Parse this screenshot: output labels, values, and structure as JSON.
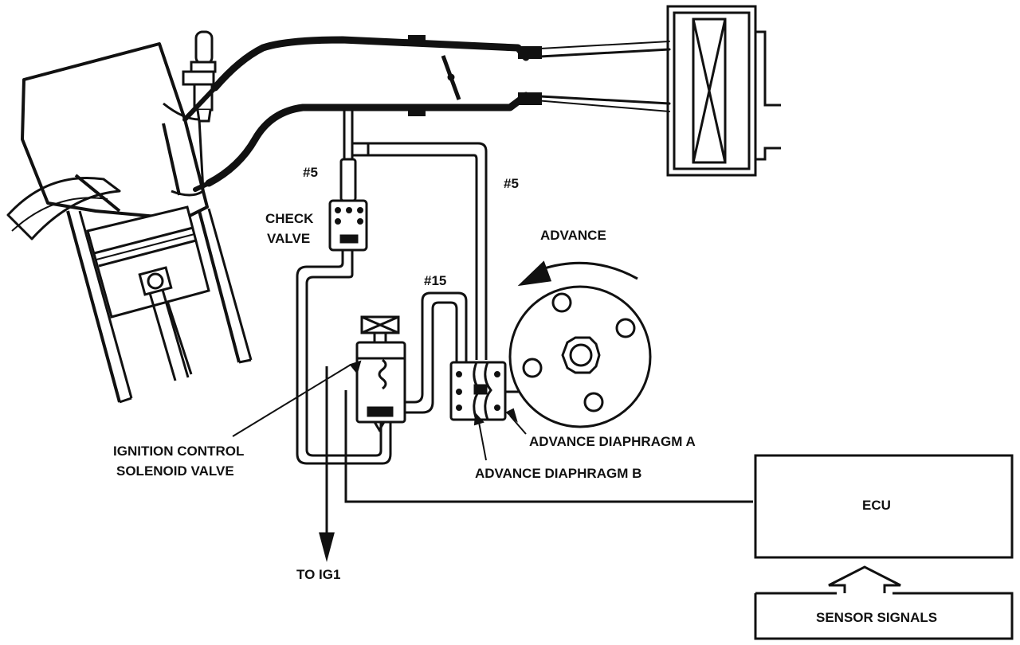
{
  "labels": {
    "hose_left": "#5",
    "hose_right": "#5",
    "hose_mid": "#15",
    "check_valve_line1": "CHECK",
    "check_valve_line2": "VALVE",
    "advance": "ADVANCE",
    "solenoid_line1": "IGNITION CONTROL",
    "solenoid_line2": "SOLENOID VALVE",
    "diaphragm_a": "ADVANCE DIAPHRAGM A",
    "diaphragm_b": "ADVANCE DIAPHRAGM B",
    "ecu": "ECU",
    "to_ig1": "TO IG1",
    "sensor_signals": "SENSOR SIGNALS"
  },
  "colors": {
    "ink": "#111111",
    "paper": "#ffffff",
    "pipe_wall": "#1a1a1a"
  }
}
